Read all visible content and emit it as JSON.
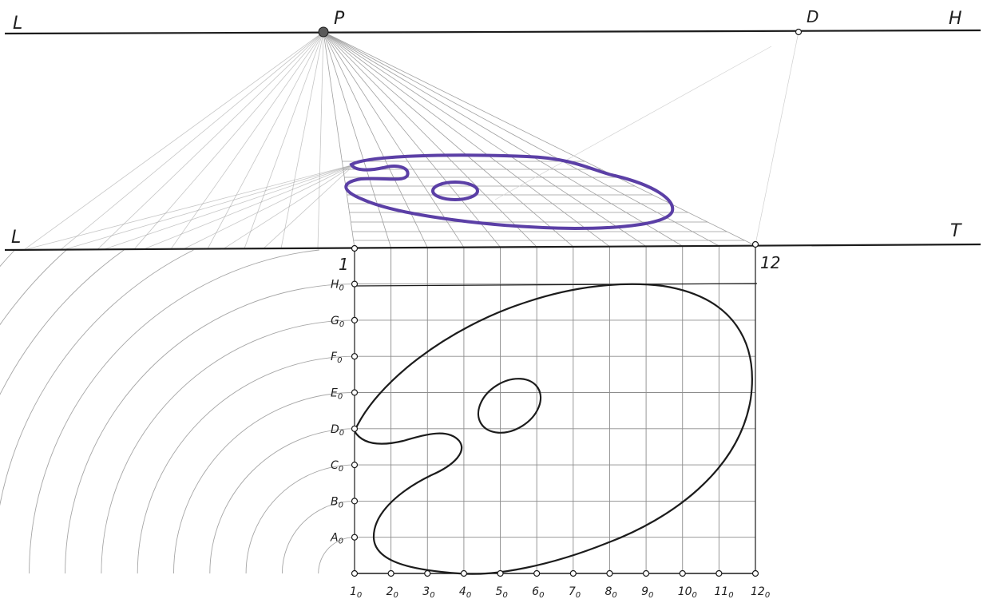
{
  "labels": {
    "horizon_left": "L",
    "horizon_right": "H",
    "vanishing_point": "P",
    "distance_point": "D",
    "ground_left": "L",
    "ground_right": "T",
    "ground_start": "1",
    "ground_end": "12"
  },
  "plan_columns": [
    "1",
    "2",
    "3",
    "4",
    "5",
    "6",
    "7",
    "8",
    "9",
    "10",
    "11",
    "12"
  ],
  "plan_rows": [
    "A",
    "B",
    "C",
    "D",
    "E",
    "F",
    "G",
    "H"
  ],
  "subscript": "0",
  "colors": {
    "line": "#1c1c1c",
    "construction": "#9a9a9a",
    "grid": "#8c8c8c",
    "perspective_outline": "#5b3fa6"
  }
}
